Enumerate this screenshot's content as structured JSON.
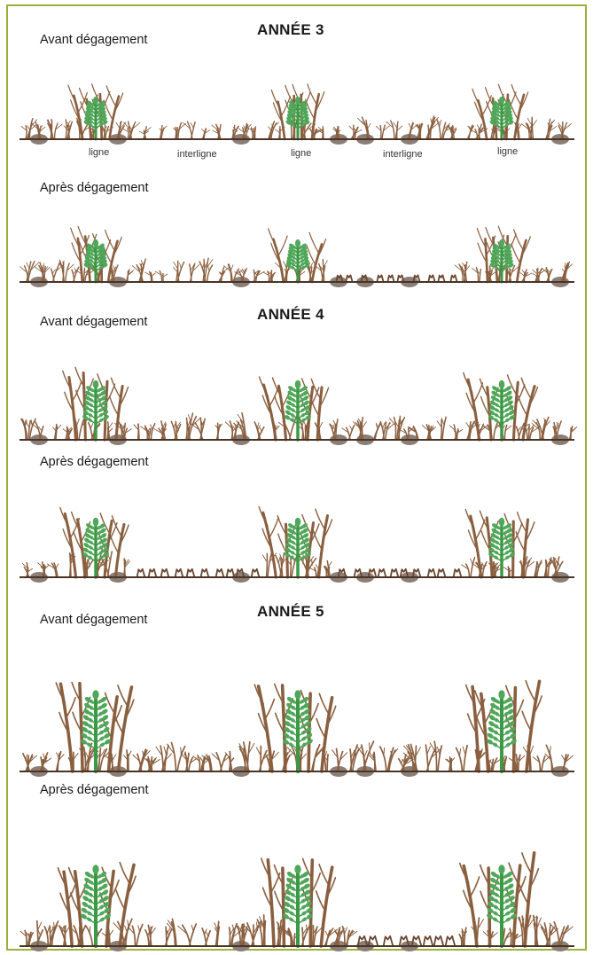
{
  "colors": {
    "frame": "#9bb13a",
    "ground": "#4a3426",
    "stem": "#8a5f3f",
    "stem_dark": "#6b4630",
    "tree": "#3c9a45",
    "leaf": "#4fa85a",
    "stump": "#8b7e76"
  },
  "sections": [
    {
      "year": "ANNÉE 3",
      "panels": [
        {
          "label": "Avant dégagement",
          "stage": "before",
          "show_zones": true
        },
        {
          "label": "Après dégagement",
          "stage": "after",
          "show_zones": false
        }
      ]
    },
    {
      "year": "ANNÉE 4",
      "panels": [
        {
          "label": "Avant dégagement",
          "stage": "before",
          "show_zones": false
        },
        {
          "label": "Après dégagement",
          "stage": "after",
          "show_zones": false
        }
      ]
    },
    {
      "year": "ANNÉE 5",
      "panels": [
        {
          "label": "Avant dégagement",
          "stage": "before",
          "show_zones": false
        },
        {
          "label": "Après dégagement",
          "stage": "after",
          "show_zones": false
        }
      ]
    }
  ],
  "zones": [
    "ligne",
    "interligne",
    "ligne",
    "interligne",
    "ligne"
  ]
}
